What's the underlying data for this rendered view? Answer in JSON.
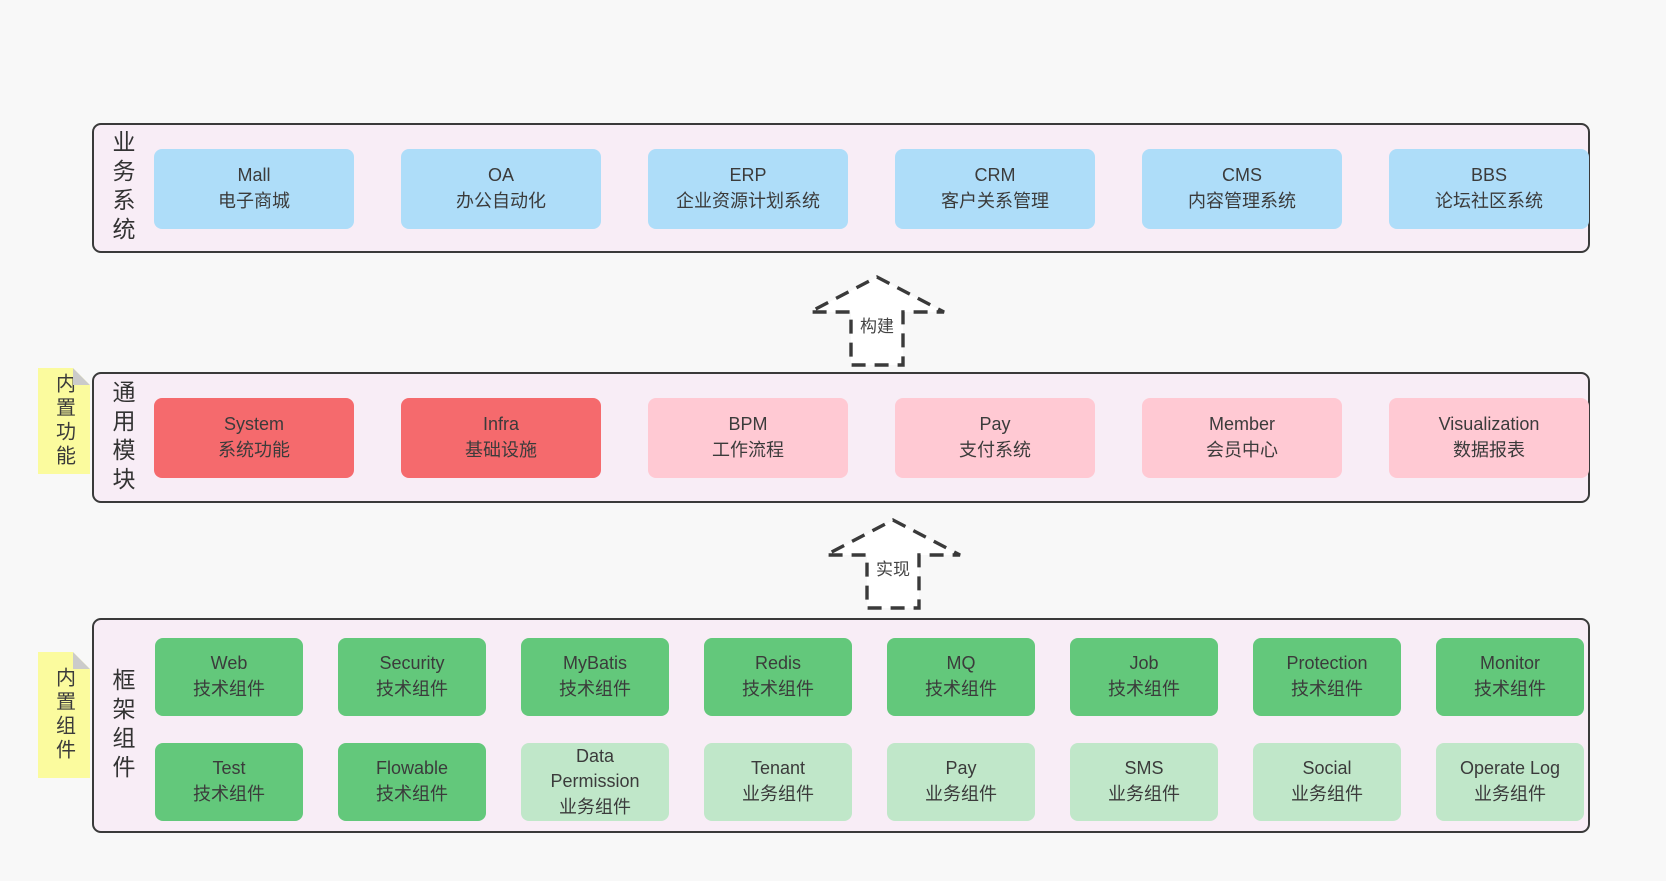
{
  "colors": {
    "page_bg": "#f8f8f8",
    "band_bg": "#f8edf6",
    "band_border": "#3a3a3a",
    "blue": "#aeddf9",
    "red": "#f56a6d",
    "pink": "#ffc9d3",
    "green": "#63c87b",
    "light_green": "#c0e7c9",
    "note_yellow": "#fbfb9e",
    "note_fold_gray": "#cbcbcb",
    "text": "#3b3b3b"
  },
  "arrows": [
    {
      "label": "构建"
    },
    {
      "label": "实现"
    }
  ],
  "bands": [
    {
      "label": "业务系统",
      "boxes": [
        {
          "name": "Mall",
          "desc": "电子商城"
        },
        {
          "name": "OA",
          "desc": "办公自动化"
        },
        {
          "name": "ERP",
          "desc": "企业资源计划系统"
        },
        {
          "name": "CRM",
          "desc": "客户关系管理"
        },
        {
          "name": "CMS",
          "desc": "内容管理系统"
        },
        {
          "name": "BBS",
          "desc": "论坛社区系统"
        }
      ]
    },
    {
      "label": "通用模块",
      "note": "内置功能",
      "boxes": [
        {
          "name": "System",
          "desc": "系统功能"
        },
        {
          "name": "Infra",
          "desc": "基础设施"
        },
        {
          "name": "BPM",
          "desc": "工作流程"
        },
        {
          "name": "Pay",
          "desc": "支付系统"
        },
        {
          "name": "Member",
          "desc": "会员中心"
        },
        {
          "name": "Visualization",
          "desc": "数据报表"
        }
      ]
    },
    {
      "label": "框架组件",
      "note": "内置组件",
      "rows": [
        [
          {
            "name": "Web",
            "desc": "技术组件"
          },
          {
            "name": "Security",
            "desc": "技术组件"
          },
          {
            "name": "MyBatis",
            "desc": "技术组件"
          },
          {
            "name": "Redis",
            "desc": "技术组件"
          },
          {
            "name": "MQ",
            "desc": "技术组件"
          },
          {
            "name": "Job",
            "desc": "技术组件"
          },
          {
            "name": "Protection",
            "desc": "技术组件"
          },
          {
            "name": "Monitor",
            "desc": "技术组件"
          }
        ],
        [
          {
            "name": "Test",
            "desc": "技术组件"
          },
          {
            "name": "Flowable",
            "desc": "技术组件"
          },
          {
            "name": "Data Permission",
            "desc": "业务组件"
          },
          {
            "name": "Tenant",
            "desc": "业务组件"
          },
          {
            "name": "Pay",
            "desc": "业务组件"
          },
          {
            "name": "SMS",
            "desc": "业务组件"
          },
          {
            "name": "Social",
            "desc": "业务组件"
          },
          {
            "name": "Operate Log",
            "desc": "业务组件"
          }
        ]
      ]
    }
  ]
}
